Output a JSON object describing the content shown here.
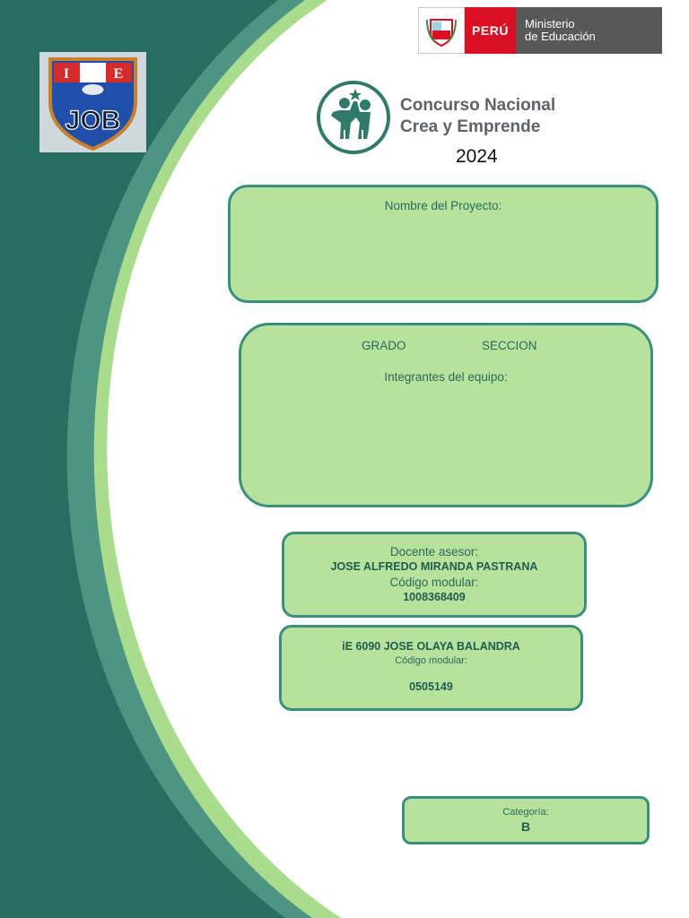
{
  "header": {
    "ministry": {
      "country": "PERÚ",
      "line1": "Ministerio",
      "line2": "de Educación"
    },
    "contest": {
      "line1": "Concurso Nacional",
      "line2": "Crea y Emprende"
    },
    "year": "2024",
    "crest": {
      "letters": [
        "I",
        "E"
      ],
      "monogram": "JOB"
    }
  },
  "project": {
    "label": "Nombre del Proyecto:"
  },
  "team": {
    "grade_label": "GRADO",
    "section_label": "SECCION",
    "members_label": "Integrantes del equipo:"
  },
  "advisor": {
    "label": "Docente asesor:",
    "name": "JOSE ALFREDO MIRANDA PASTRANA",
    "code_label": "Código modular:",
    "code": "1008368409"
  },
  "school": {
    "name": "iE 6090 JOSE OLAYA BALANDRA",
    "code_label": "Código modular:",
    "code": "0505149"
  },
  "category": {
    "label": "Categoría:",
    "value": "B"
  },
  "colors": {
    "dark_green": "#276e61",
    "mid_green": "#4e9483",
    "light_green": "#aadc8d",
    "box_fill": "#b7e29c",
    "box_border": "#3a8f7f",
    "peru_red": "#d91023",
    "ministry_gray": "#585858"
  }
}
